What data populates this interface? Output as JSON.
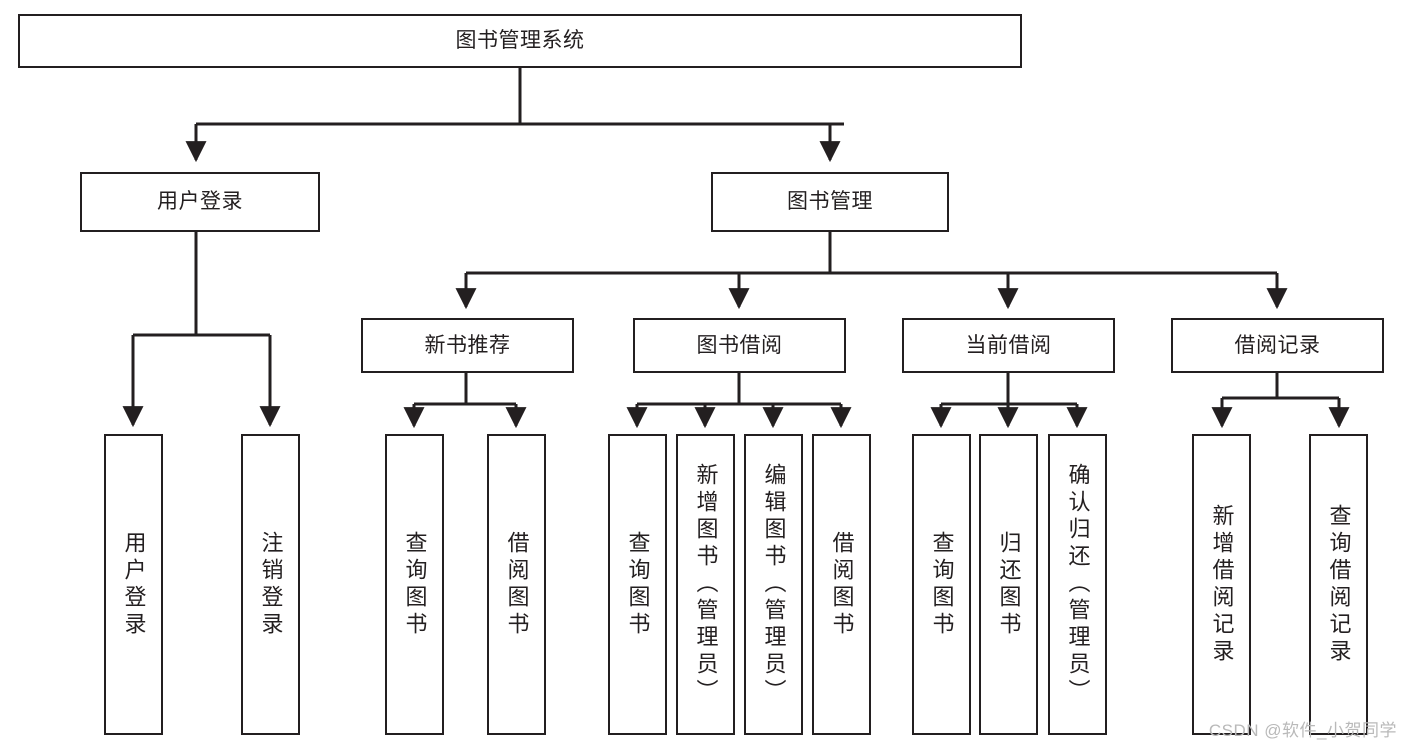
{
  "diagram": {
    "type": "tree-hierarchy-chart",
    "title_text": "图书管理系统",
    "stroke_color": "#231f20",
    "fill_color": "#ffffff",
    "background": "#ffffff",
    "watermark": "CSDN @软件_小贺同学"
  },
  "nodes": {
    "root": {
      "label": "图书管理系统"
    },
    "level2": [
      {
        "label": "用户登录"
      },
      {
        "label": "图书管理"
      }
    ],
    "level3": [
      {
        "label": "新书推荐"
      },
      {
        "label": "图书借阅"
      },
      {
        "label": "当前借阅"
      },
      {
        "label": "借阅记录"
      }
    ],
    "leaves": {
      "user_login": [
        {
          "label": "用户登录"
        },
        {
          "label": "注销登录"
        }
      ],
      "new_book_recommend": [
        {
          "label": "查询图书"
        },
        {
          "label": "借阅图书"
        }
      ],
      "book_borrow": [
        {
          "label": "查询图书"
        },
        {
          "label": "新增图书（管理员）"
        },
        {
          "label": "编辑图书（管理员）"
        },
        {
          "label": "借阅图书"
        }
      ],
      "current_borrow": [
        {
          "label": "查询图书"
        },
        {
          "label": "归还图书"
        },
        {
          "label": "确认归还（管理员）"
        }
      ],
      "borrow_record": [
        {
          "label": "新增借阅记录"
        },
        {
          "label": "查询借阅记录"
        }
      ]
    }
  }
}
